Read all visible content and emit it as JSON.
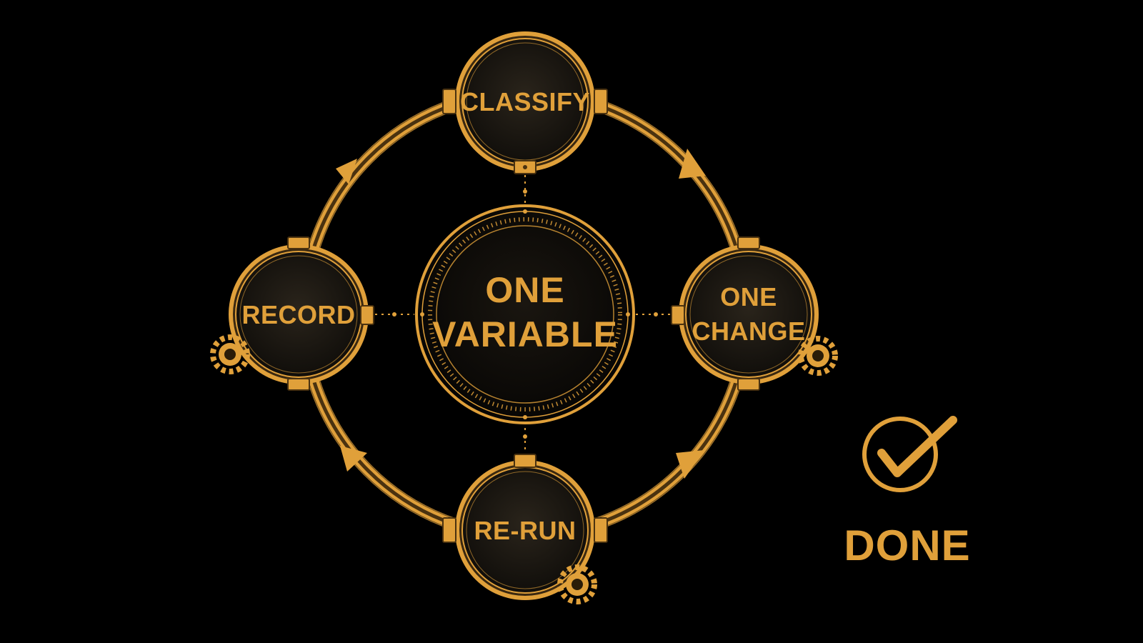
{
  "colors": {
    "background": "#000000",
    "accent": "#E0A03A",
    "accent_dark": "#8A5A1A",
    "node_fill": "#1E1A14"
  },
  "hub": {
    "line1": "ONE",
    "line2": "VARIABLE"
  },
  "nodes": {
    "classify": "CLASSIFY",
    "one_change_line1": "ONE",
    "one_change_line2": "CHANGE",
    "re_run": "RE-RUN",
    "record": "RECORD"
  },
  "done": {
    "label": "DONE",
    "icon": "check-circle-icon"
  },
  "flow": [
    "CLASSIFY",
    "ONE CHANGE",
    "RE-RUN",
    "RECORD"
  ]
}
